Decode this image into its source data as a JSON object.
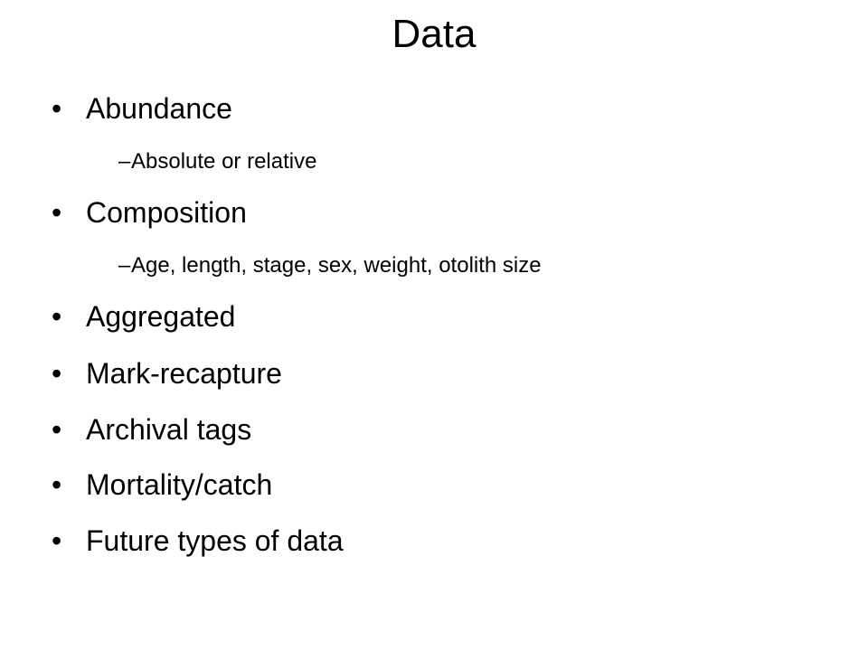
{
  "slide": {
    "title": "Data",
    "bullet_glyph": "•",
    "dash_glyph": "–",
    "items": [
      {
        "text": "Abundance",
        "sub": "Absolute or relative"
      },
      {
        "text": "Composition",
        "sub": "Age, length, stage, sex, weight, otolith size"
      },
      {
        "text": "Aggregated"
      },
      {
        "text": "Mark-recapture"
      },
      {
        "text": "Archival tags"
      },
      {
        "text": "Mortality/catch"
      },
      {
        "text": "Future types of data"
      }
    ]
  }
}
